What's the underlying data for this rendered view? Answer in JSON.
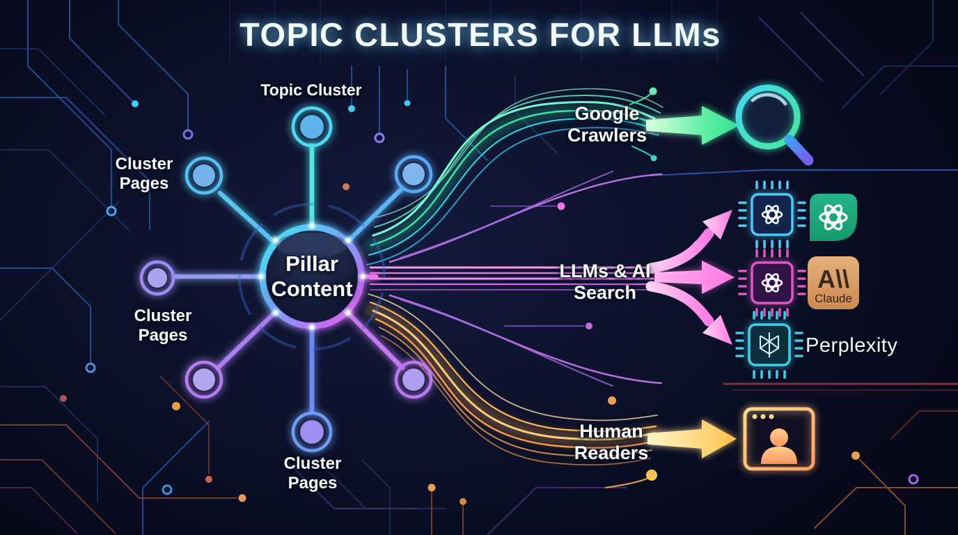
{
  "title": "TOPIC CLUSTERS FOR LLMs",
  "hub": {
    "label": "Pillar Content"
  },
  "cluster_labels": {
    "top": "Topic Cluster",
    "upper_left": "Cluster Pages",
    "left": "Cluster Pages",
    "bottom": "Cluster Pages"
  },
  "flows": {
    "google": {
      "label": "Google Crawlers",
      "arrow_color": "#3ce98f",
      "destination_icon": "magnifier-icon"
    },
    "llms": {
      "label": "LLMs & AI Search",
      "arrow_color": "#f75fe0"
    },
    "human": {
      "label": "Human Readers",
      "arrow_color": "#ffb84d",
      "destination_icon": "browser-user-icon"
    }
  },
  "llm_rows": [
    {
      "chip": {
        "logo": "openai-swirl",
        "color": "#4fc9f7"
      },
      "partner": {
        "type": "openai-app-icon",
        "color": "#17a673"
      }
    },
    {
      "chip": {
        "logo": "openai-swirl",
        "color": "#df57c3"
      },
      "partner": {
        "type": "claude-logo",
        "glyph": "A\\\\",
        "label": "Claude",
        "color": "#dda268"
      }
    },
    {
      "chip": {
        "logo": "perplexity-mark",
        "color": "#3ecfe8"
      },
      "partner": {
        "type": "wordmark",
        "label": "Perplexity"
      }
    }
  ],
  "background": {
    "base": "#0a0d22",
    "trace_blue": "#2a55a0",
    "trace_purple": "#5a3f9a",
    "trace_orange": "#9a5a36"
  }
}
